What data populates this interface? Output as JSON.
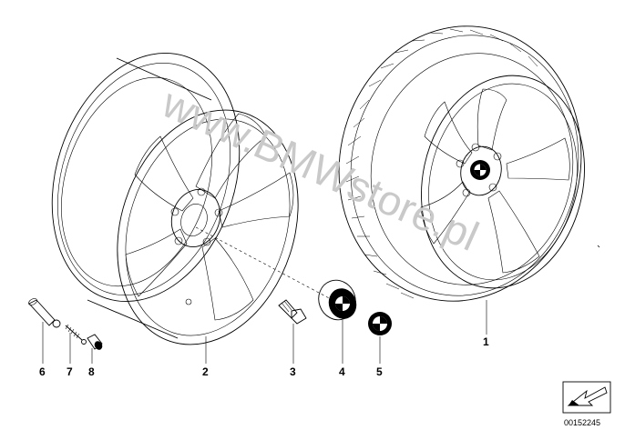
{
  "callouts": [
    {
      "number": "1",
      "part": "complete wheel with tire"
    },
    {
      "number": "2",
      "part": "light alloy rim"
    },
    {
      "number": "3",
      "part": "wheel bolt"
    },
    {
      "number": "4",
      "part": "hub cap"
    },
    {
      "number": "5",
      "part": "emblem"
    },
    {
      "number": "6",
      "part": "valve"
    },
    {
      "number": "7",
      "part": "valve insert"
    },
    {
      "number": "8",
      "part": "valve cap"
    }
  ],
  "watermark": "www.BMWstore.pl",
  "reference_number": "00152245",
  "icons": {
    "logo": "bmw-roundel-icon",
    "corner": "arrow-box-icon"
  },
  "colors": {
    "line": "#000000",
    "watermark": "#c9c9c9",
    "background": "#ffffff"
  }
}
